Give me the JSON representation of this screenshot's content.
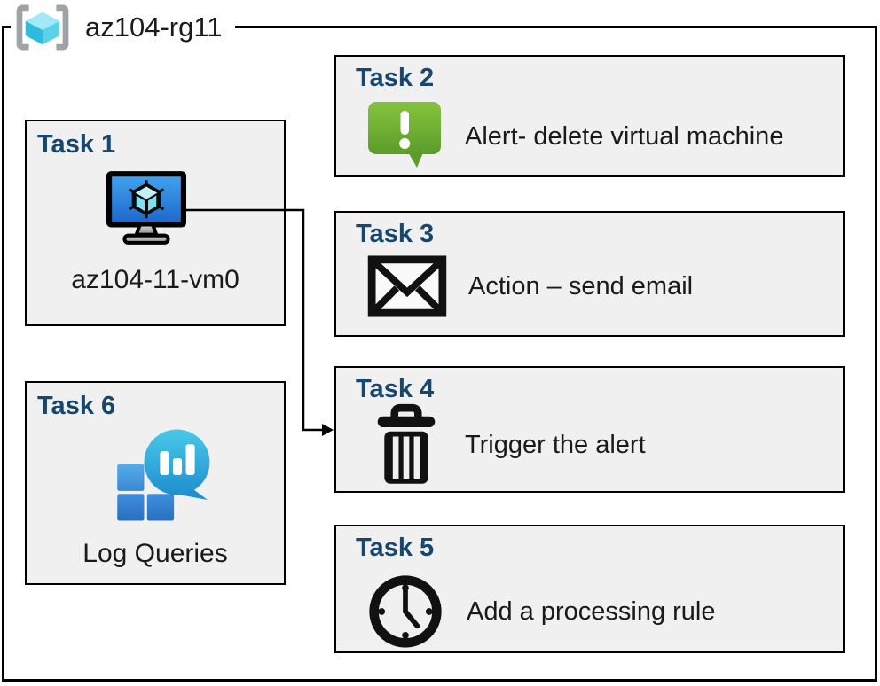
{
  "header": {
    "title": "az104-rg11",
    "icon": "resource-group-icon"
  },
  "tasks": [
    {
      "title": "Task 1",
      "label": "az104-11-vm0",
      "icon": "virtual-machine-icon"
    },
    {
      "title": "Task 2",
      "label": "Alert- delete virtual machine",
      "icon": "alert-message-icon"
    },
    {
      "title": "Task 3",
      "label": "Action – send email",
      "icon": "email-envelope-icon"
    },
    {
      "title": "Task 4",
      "label": "Trigger the alert",
      "icon": "trash-delete-icon"
    },
    {
      "title": "Task 5",
      "label": "Add a processing rule",
      "icon": "clock-schedule-icon"
    },
    {
      "title": "Task 6",
      "label": "Log Queries",
      "icon": "log-analytics-icon"
    }
  ],
  "connector": {
    "from": "Task 1",
    "to": "Task 4",
    "type": "elbow-arrow"
  },
  "colors": {
    "task_title": "#17466F",
    "box_fill": "#F0F0F0",
    "box_border": "#000000",
    "body_text": "#1A1A1A",
    "alert_green_top": "#85C33E",
    "alert_green_bottom": "#5C9C28",
    "vm_screen_top": "#44A5F0",
    "vm_screen_bottom": "#1B66C9",
    "log_teal_top": "#4AC9E8",
    "log_teal_bottom": "#1F8FD0",
    "log_square_blue": "#3F90DB",
    "rg_cube_cyan": "#2DBBDE",
    "rg_bracket_gray": "#9DA3A7"
  }
}
